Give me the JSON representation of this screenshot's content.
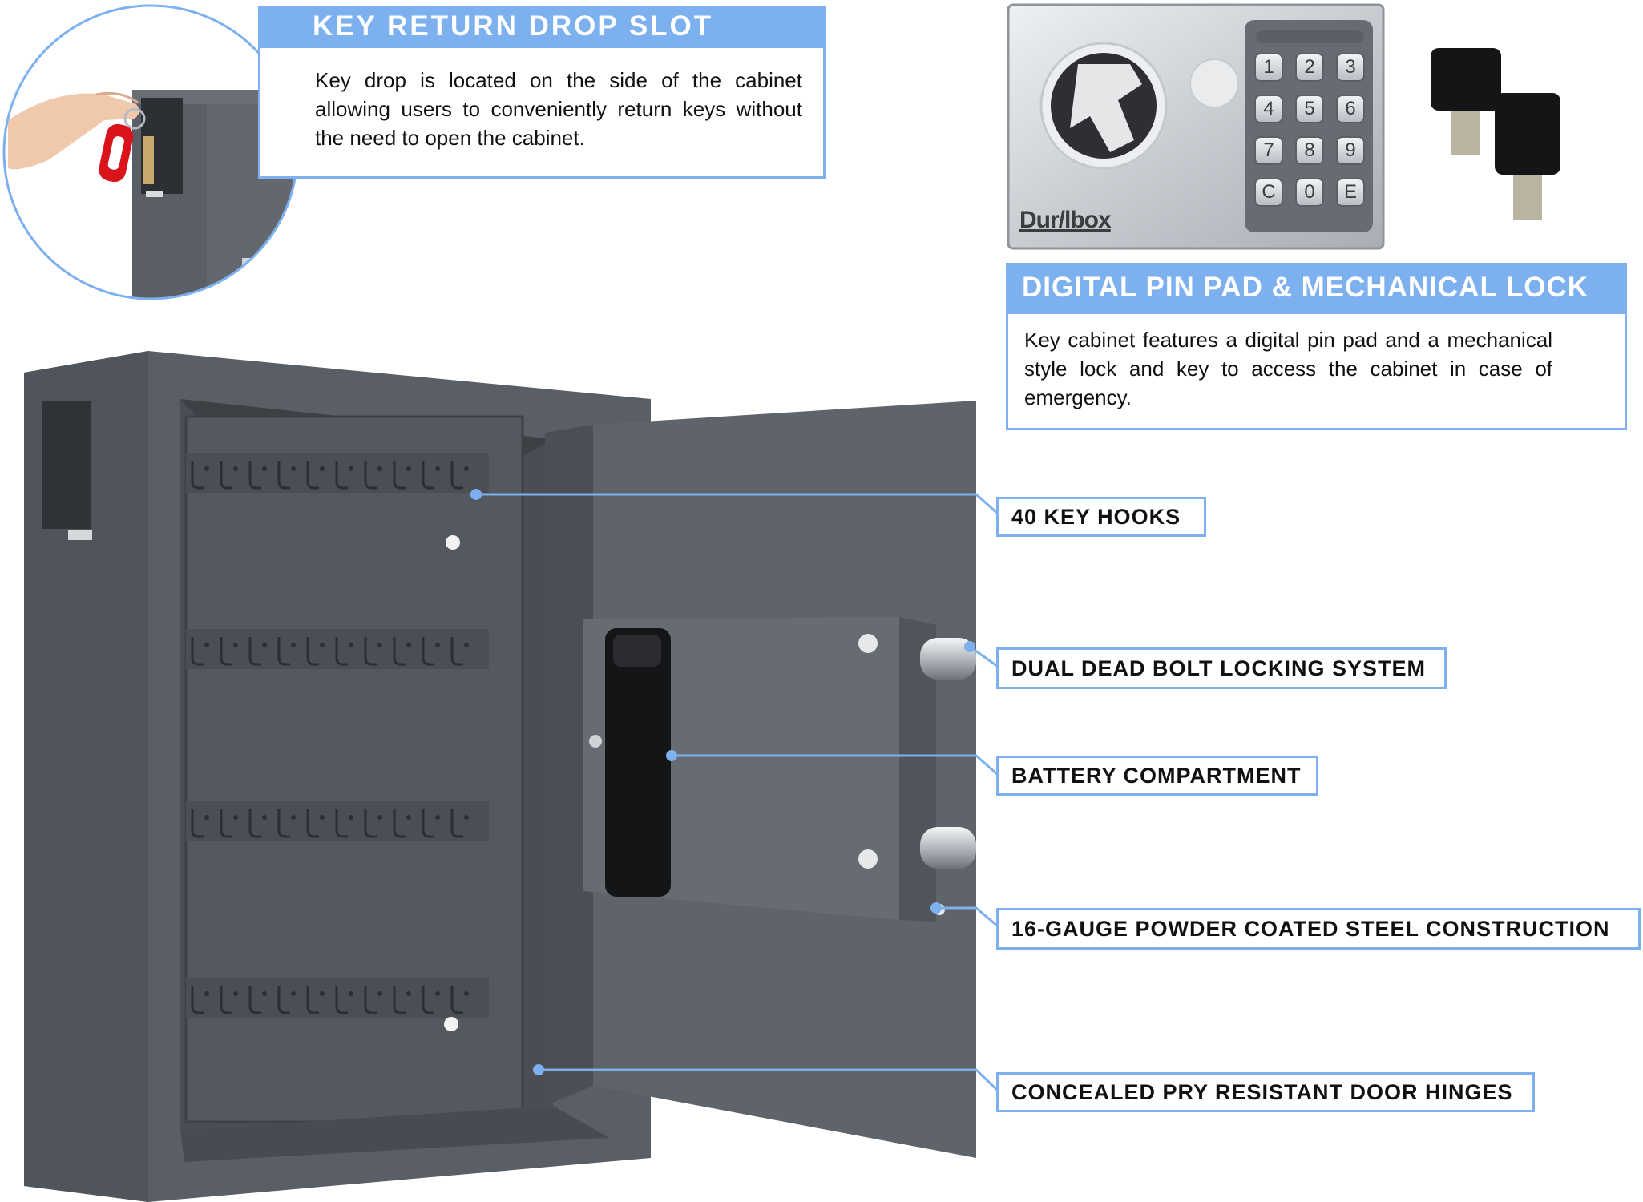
{
  "key_drop": {
    "title": "KEY RETURN DROP SLOT",
    "description": "Key drop is located on the side of the cabinet allowing users to conveniently return keys without the need to open the cabinet."
  },
  "pin_pad": {
    "title": "DIGITAL PIN PAD & MECHANICAL LOCK",
    "description": "Key cabinet features a digital pin pad and a mechanical style lock and key to access the cabinet in case of emergency.",
    "brand": "Dur/lbox",
    "keys": [
      "1",
      "2",
      "3",
      "4",
      "5",
      "6",
      "7",
      "8",
      "9",
      "C",
      "0",
      "E"
    ]
  },
  "callouts": {
    "key_hooks": "40 KEY HOOKS",
    "dead_bolt": "DUAL DEAD BOLT LOCKING SYSTEM",
    "battery": "BATTERY COMPARTMENT",
    "steel": "16-GAUGE POWDER COATED STEEL CONSTRUCTION",
    "hinges": "CONCEALED PRY RESISTANT DOOR HINGES"
  },
  "colors": {
    "accent": "#7db0ee",
    "cabinet": "#5a5f66",
    "cabinet_dark": "#41454b",
    "panel_silver": "#d2d6da"
  }
}
